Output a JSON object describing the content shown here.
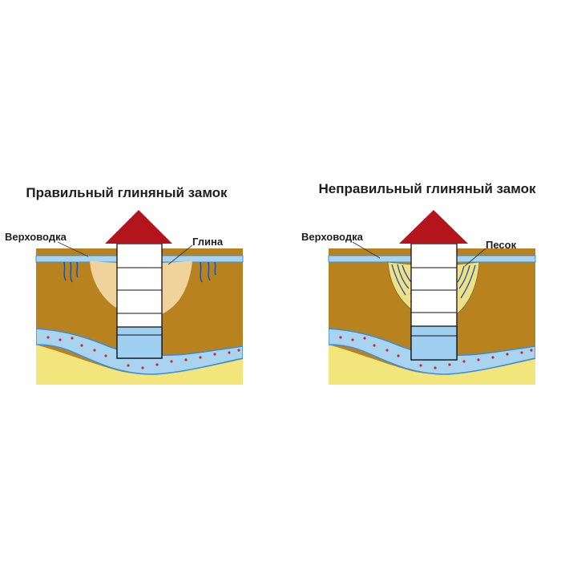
{
  "colors": {
    "soil": "#b8821e",
    "sand": "#f2e57c",
    "aquifer": "#a8d4ef",
    "aquifer_outline": "#3a8ed8",
    "aquifer_dots": "#c8283c",
    "perched_water": "#a8d4ef",
    "clay": "#efd39b",
    "roof": "#b4141c",
    "well_wall": "#ffffff",
    "well_water": "#9fd0f2",
    "seep_sand": "#eee088",
    "seep_veins": "#1c4f9c"
  },
  "panels": [
    {
      "id": "correct",
      "title": "Правильный глиняный замок",
      "labels": {
        "perched_water": "Верховодка",
        "fill": "Глина"
      },
      "icons": [
        "roof-icon",
        "well-shaft-icon",
        "clay-lock-icon",
        "perched-water-seep-icon"
      ]
    },
    {
      "id": "incorrect",
      "title": "Неправильный глиняный замок",
      "labels": {
        "perched_water": "Верховодка",
        "fill": "Песок"
      },
      "icons": [
        "roof-icon",
        "well-shaft-icon",
        "sand-fill-icon",
        "water-leak-icon"
      ]
    }
  ]
}
